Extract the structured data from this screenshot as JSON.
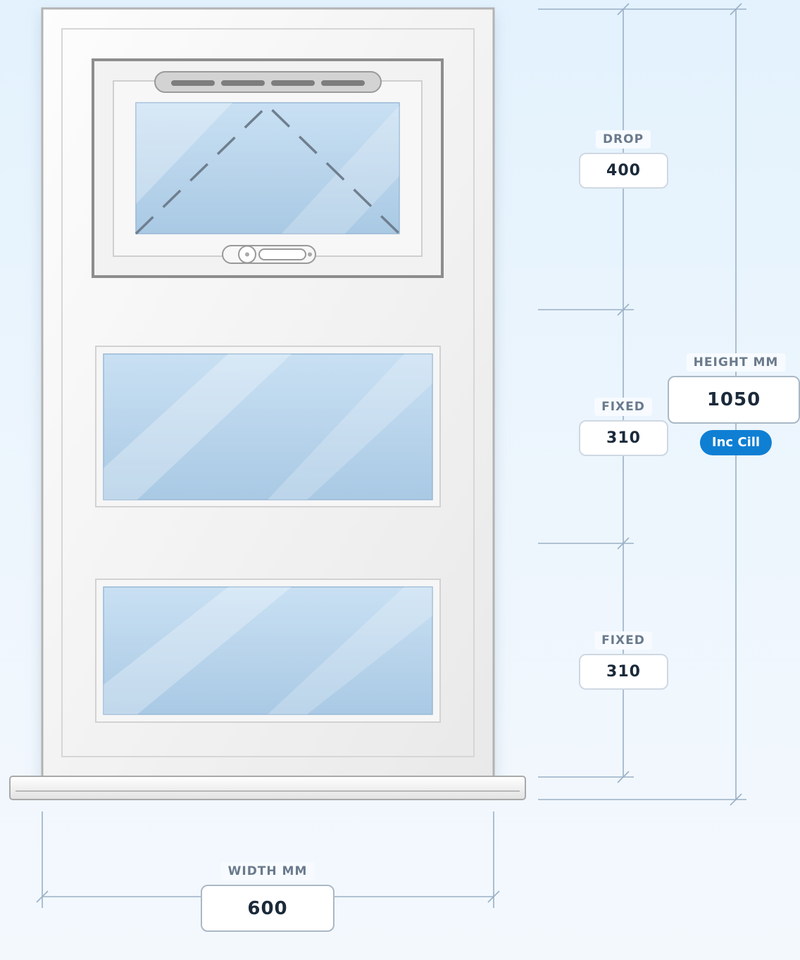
{
  "window": {
    "panes": [
      {
        "type": "top-hung opening sash",
        "label": "DROP",
        "value": "400"
      },
      {
        "type": "fixed",
        "label": "FIXED",
        "value": "310"
      },
      {
        "type": "fixed",
        "label": "FIXED",
        "value": "310"
      }
    ],
    "height": {
      "label": "HEIGHT MM",
      "value": "1050",
      "badge": "Inc Cill"
    },
    "width": {
      "label": "WIDTH MM",
      "value": "600"
    }
  },
  "colors": {
    "accent": "#0f7fd3",
    "dimension_line": "#9bb0c6",
    "glass": "#b4d3ec",
    "frame": "#f4f4f4",
    "frame_border": "#b0b0b0"
  }
}
